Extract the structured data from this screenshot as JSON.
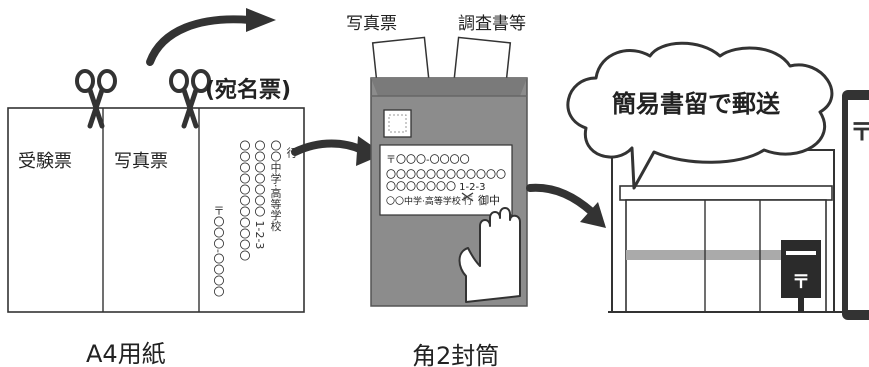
{
  "a4_sheet": {
    "caption": "A4用紙",
    "exam_ticket": "受験票",
    "photo_ticket": "写真票",
    "address_ticket": "(宛名票)",
    "address_lines": {
      "postal": "〒〇〇〇-〇〇〇〇",
      "address_line_1": "〇〇〇〇〇〇〇〇〇〇〇",
      "address_line_2": "〇〇〇〇〇〇〇 1-2-3",
      "school": "〇〇中学·高等学校",
      "honorific": "行"
    }
  },
  "envelope": {
    "caption": "角2封筒",
    "insert_photo": "写真票",
    "insert_survey": "調査書等",
    "address_postal": "〒〇〇〇-〇〇〇〇",
    "address_line_1": "〇〇〇〇〇〇〇〇〇〇〇〇",
    "address_line_2": "〇〇〇〇〇〇〇 1-2-3",
    "school": "〇〇中学·高等学校",
    "honorific_struck": "行",
    "honorific_new": "御中"
  },
  "post_office": {
    "speech_bubble": "簡易書留で郵送",
    "postal_mark": "〒"
  }
}
